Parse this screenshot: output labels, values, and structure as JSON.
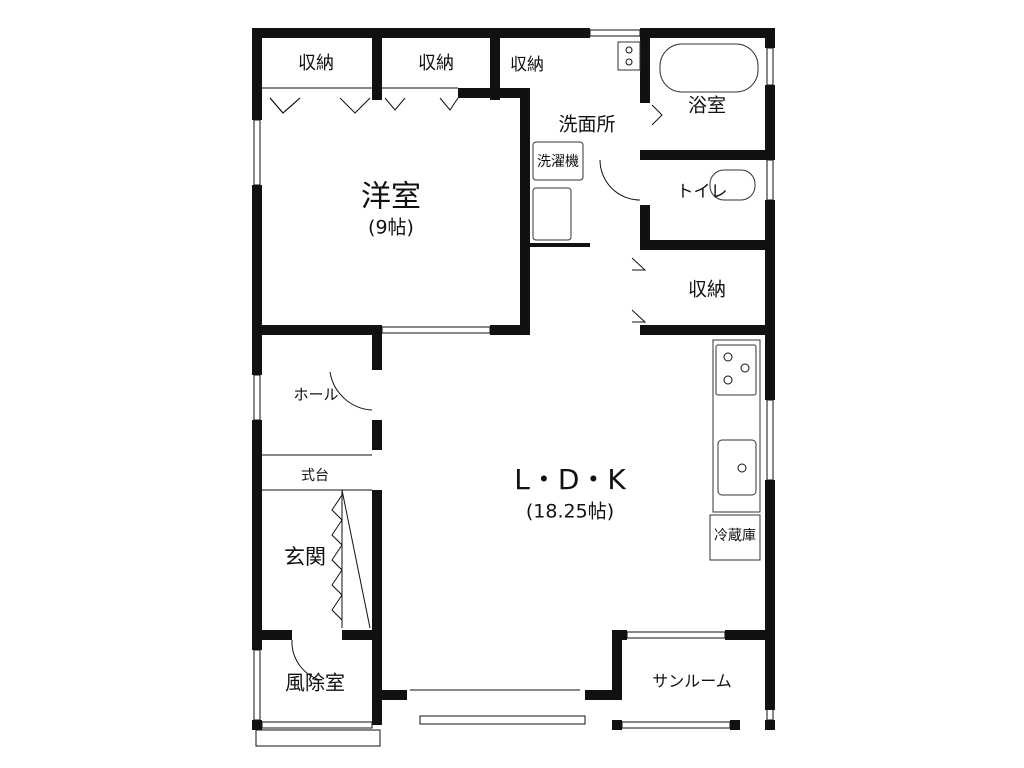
{
  "rooms": {
    "storage1": "収納",
    "storage2": "収納",
    "storage3": "収納",
    "storage4": "収納",
    "western_room": "洋室",
    "western_room_size": "(9帖)",
    "washroom": "洗面所",
    "washing_machine": "洗濯機",
    "bathroom": "浴室",
    "toilet": "トイレ",
    "hall": "ホール",
    "step": "式台",
    "entrance": "玄関",
    "windbreak_room": "風除室",
    "ldk": "L・D・K",
    "ldk_size": "(18.25帖)",
    "refrigerator": "冷蔵庫",
    "sunroom": "サンルーム"
  }
}
